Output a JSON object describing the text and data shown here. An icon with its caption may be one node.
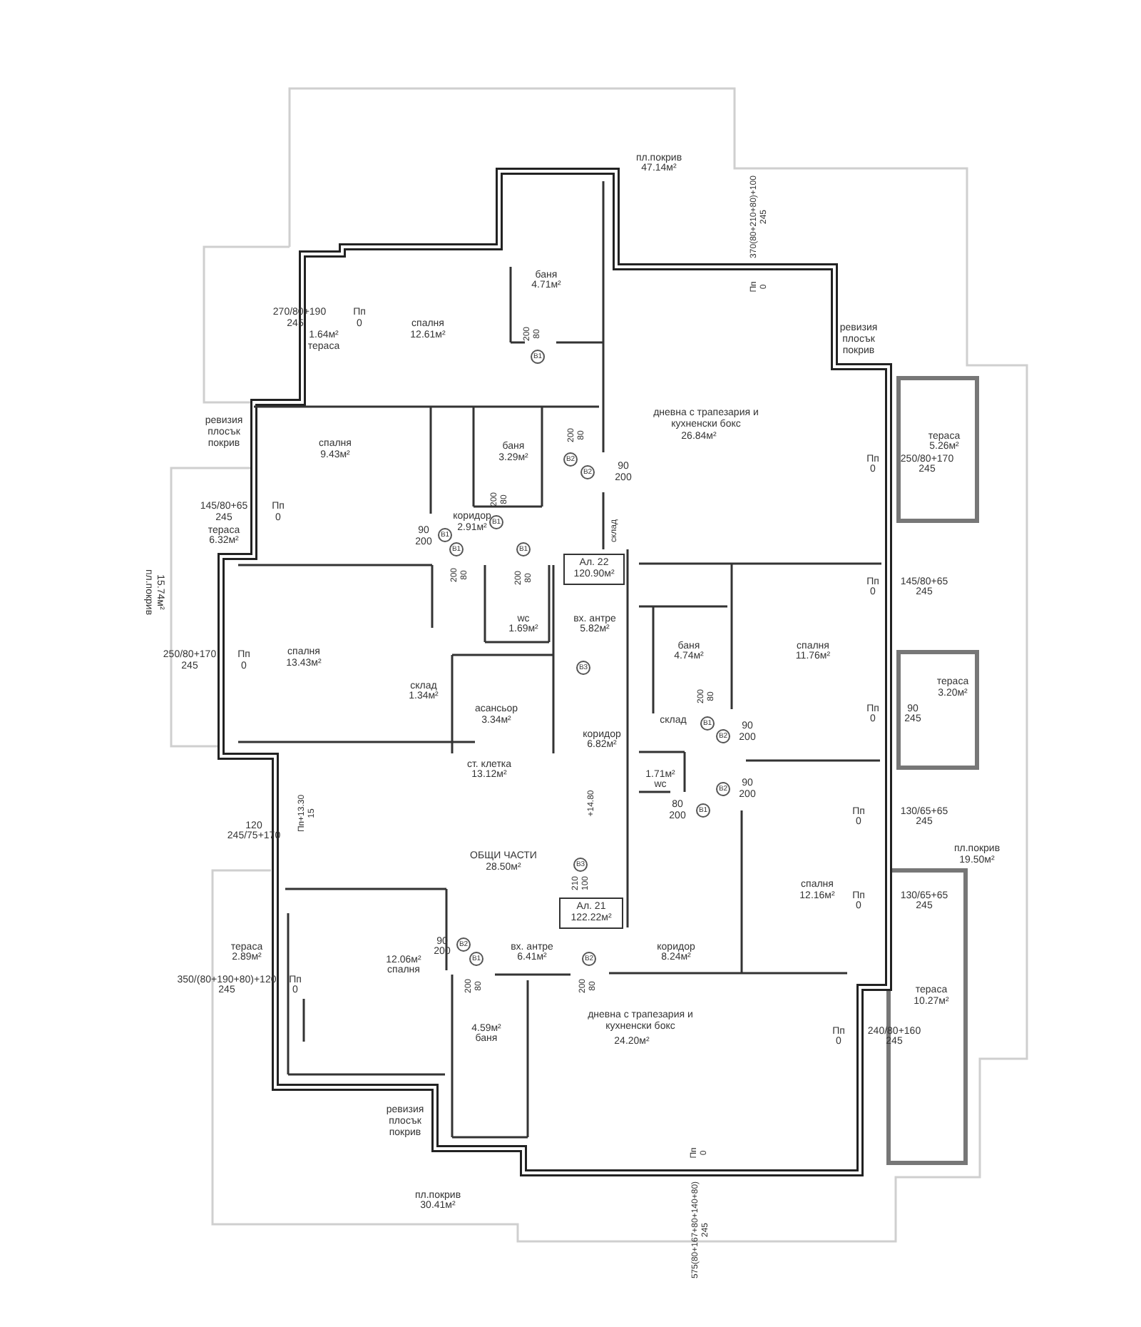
{
  "diagram": {
    "nodes": [
      {
        "text": [
          "Ал. 22",
          "120.90м²"
        ]
      },
      {
        "text": [
          "Ал. 21",
          "122.22м²"
        ]
      }
    ],
    "labels": [
      "пл.покрив",
      "47.14м²",
      "370(80+210+80)+100",
      "245",
      "Пп",
      "0",
      "баня",
      "4.71м²",
      "270/80+190",
      "245",
      "Пп",
      "0",
      "спалня",
      "12.61м²",
      "1.64м²",
      "тераса",
      "ревизия",
      "плосък",
      "покрив",
      "200",
      "80",
      "В1",
      "ревизия",
      "плосък",
      "покрив",
      "дневна с трапезария и кухненски бокс",
      "26.84м²",
      "200",
      "80",
      "В2",
      "В2",
      "90",
      "200",
      "спалня",
      "9.43м²",
      "баня",
      "3.29м²",
      "тераса",
      "5.26м²",
      "Пп",
      "0",
      "250/80+170",
      "245",
      "200",
      "80",
      "145/80+65",
      "245",
      "Пп",
      "0",
      "коридор",
      "2.91м²",
      "В1",
      "склад",
      "тераса",
      "6.32м²",
      "90",
      "200",
      "В1",
      "В1",
      "200",
      "80",
      "В1",
      "200",
      "80",
      "15.74м²",
      "пл.покрив",
      "Пп",
      "0",
      "145/80+65",
      "245",
      "wc",
      "1.69м²",
      "вх. антре",
      "5.82м²",
      "баня",
      "4.74м²",
      "спалня",
      "11.76м²",
      "спалня",
      "13.43м²",
      "250/80+170",
      "245",
      "Пп",
      "0",
      "В3",
      "тераса",
      "3.20м²",
      "склад",
      "1.34м²",
      "200",
      "80",
      "асансьор",
      "3.34м²",
      "Пп",
      "0",
      "90",
      "245",
      "склад",
      "В1",
      "В2",
      "90",
      "200",
      "коридор",
      "6.82м²",
      "ст. клетка",
      "13.12м²",
      "1.71м²",
      "wc",
      "В2",
      "90",
      "200",
      "80",
      "200",
      "В1",
      "+14.80",
      "Пп",
      "0",
      "130/65+65",
      "245",
      "Пп+13.30",
      "15",
      "120",
      "245/75+170",
      "пл.покрив",
      "19.50м²",
      "ОБЩИ ЧАСТИ",
      "28.50м²",
      "В3",
      "210",
      "100",
      "спалня",
      "12.16м²",
      "Пп",
      "0",
      "130/65+65",
      "245",
      "90",
      "200",
      "В2",
      "В1",
      "тераса",
      "2.89м²",
      "вх. антре",
      "6.41м²",
      "коридор",
      "8.24м²",
      "В2",
      "12.06м²",
      "спалня",
      "350/(80+190+80)+120",
      "245",
      "Пп",
      "0",
      "200",
      "80",
      "200",
      "80",
      "тераса",
      "10.27м²",
      "дневна с трапезария и кухненски бокс",
      "24.20м²",
      "4.59м²",
      "баня",
      "Пп",
      "0",
      "240/80+160",
      "245",
      "ревизия",
      "плосък",
      "покрив",
      "Пп",
      "0",
      "пл.покрив",
      "30.41м²",
      "575(80+167+80+140+80)",
      "245"
    ]
  }
}
